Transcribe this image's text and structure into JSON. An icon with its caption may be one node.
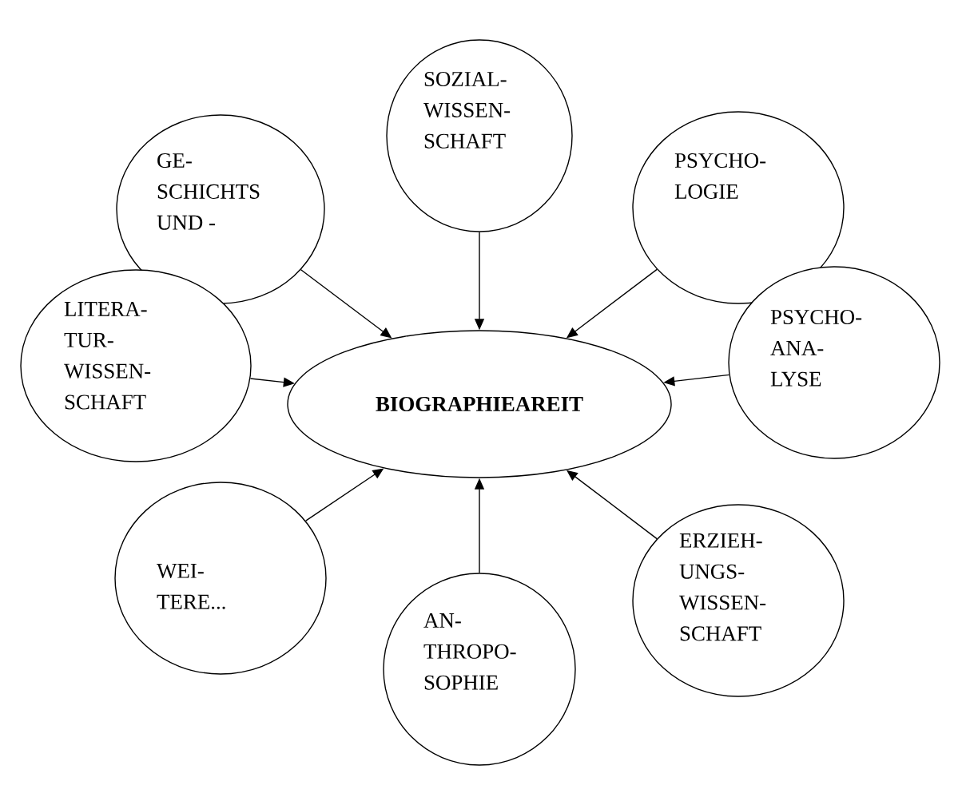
{
  "diagram": {
    "nodes": [
      {
        "text": [
          "SOZIAL- WISSEN- SCHAFT"
        ]
      },
      {
        "text": [
          "GE- SCHICHTS UND -"
        ]
      },
      {
        "text": [
          "PSYCHO- LOGIE"
        ]
      },
      {
        "text": [
          "LITERA- TUR- WISSEN- SCHAFT"
        ]
      },
      {
        "text": [
          "BIOGRAPHIEAREIT"
        ]
      },
      {
        "text": [
          "PSYCHO- ANA- LYSE"
        ]
      },
      {
        "text": [
          "WEI- TERE..."
        ]
      },
      {
        "text": [
          "ERZIEH- UNGS- WISSEN- SCHAFT"
        ]
      },
      {
        "text": [
          "AN- THROPO- SOPHIE"
        ]
      }
    ],
    "edges": [
      {
        "from": 0,
        "to": 4,
        "arrow": "to"
      },
      {
        "from": 1,
        "to": 4,
        "arrow": "to"
      },
      {
        "from": 2,
        "to": 4,
        "arrow": "to"
      },
      {
        "from": 3,
        "to": 4,
        "arrow": "to"
      },
      {
        "from": 5,
        "to": 4,
        "arrow": "to"
      },
      {
        "from": 6,
        "to": 4,
        "arrow": "to"
      },
      {
        "from": 7,
        "to": 4,
        "arrow": "to"
      },
      {
        "from": 8,
        "to": 4,
        "arrow": "to"
      }
    ]
  }
}
